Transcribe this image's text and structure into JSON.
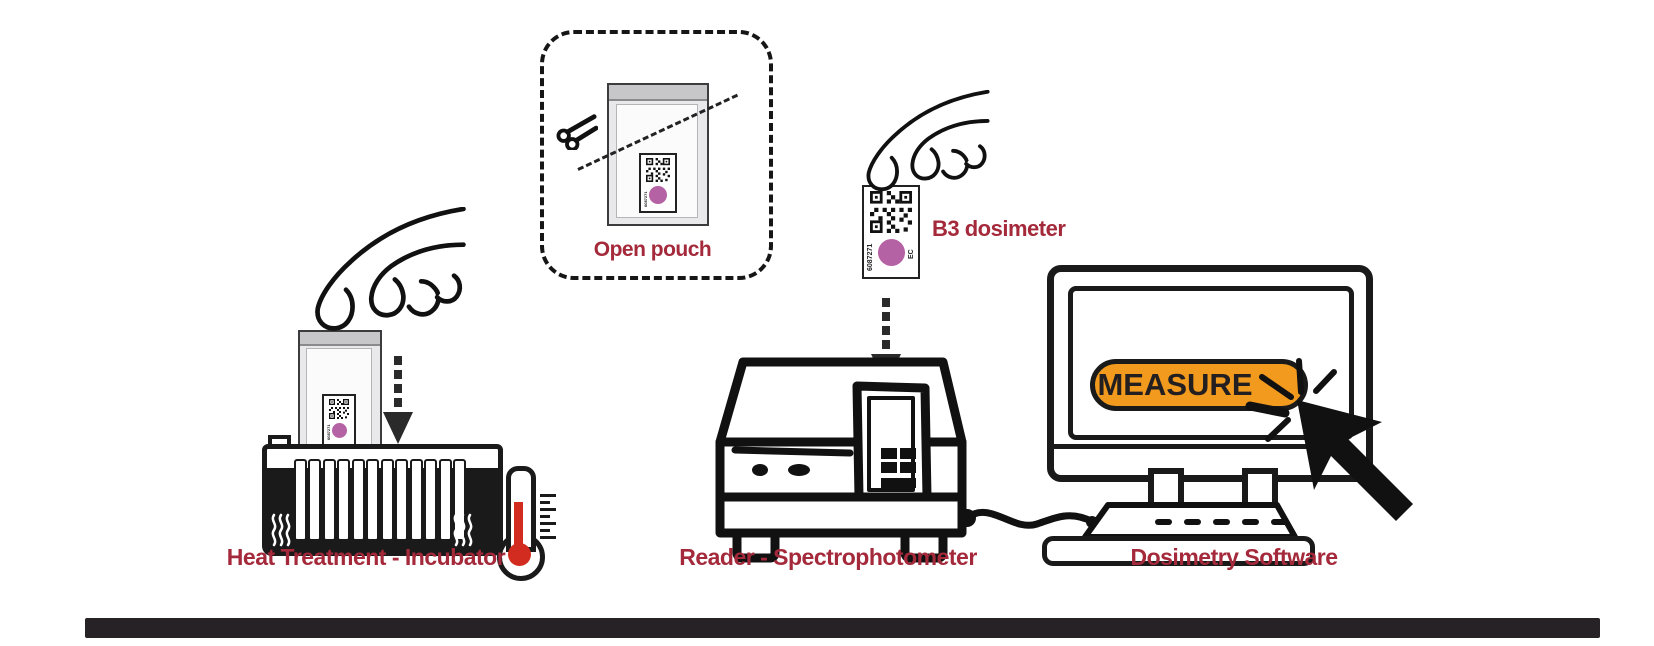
{
  "colors": {
    "red": "#A4293B",
    "orange": "#F19A1E",
    "purple": "#B562A4",
    "thermo": "#D22B20",
    "ink": "#1A1A1A",
    "bar": "#262226"
  },
  "steps": {
    "heat": {
      "label": "Heat Treatment - Incubator"
    },
    "open_pouch": {
      "label": "Open pouch"
    },
    "b3": {
      "label": "B3 dosimeter",
      "dosimeter_id": "6087271",
      "dosimeter_type": "EC"
    },
    "reader": {
      "label": "Reader - Spectrophotometer"
    },
    "software": {
      "label": "Dosimetry Software",
      "measure_button": "MEASURE"
    }
  }
}
